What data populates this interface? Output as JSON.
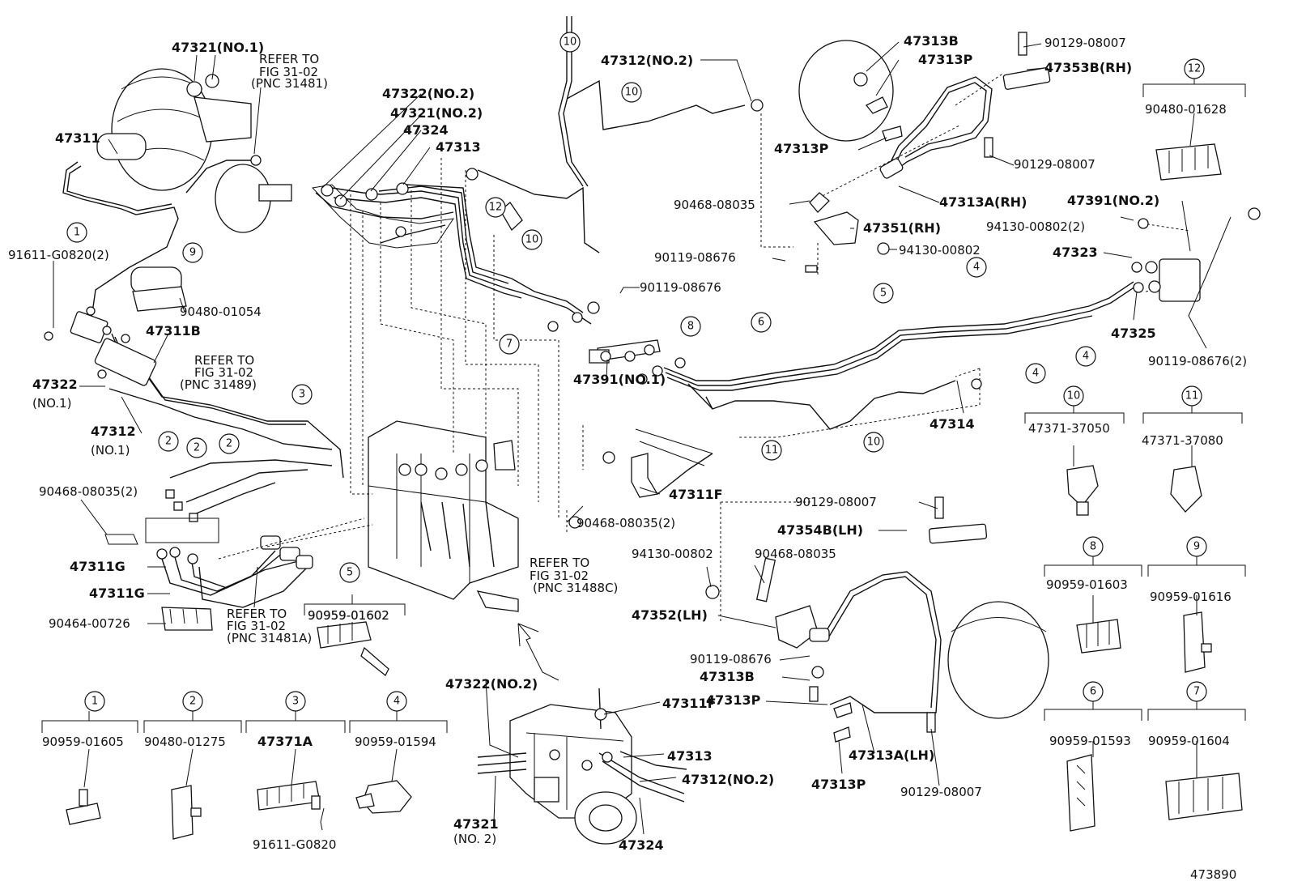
{
  "drawing_number": "473890",
  "part_labels": [
    {
      "id": "p1",
      "text": "47321(NO.1)",
      "bold": true
    },
    {
      "id": "p2",
      "text": "REFER TO"
    },
    {
      "id": "p3",
      "text": "FIG 31-02"
    },
    {
      "id": "p4",
      "text": "(PNC 31481)"
    },
    {
      "id": "p5",
      "text": "47311",
      "bold": true
    },
    {
      "id": "p6",
      "text": "91611-G0820(2)"
    },
    {
      "id": "p7",
      "text": "90480-01054"
    },
    {
      "id": "p8",
      "text": "47311B",
      "bold": true
    },
    {
      "id": "p9",
      "text": "REFER TO"
    },
    {
      "id": "p10",
      "text": "FIG 31-02"
    },
    {
      "id": "p11",
      "text": "(PNC 31489)"
    },
    {
      "id": "p12",
      "text": "47322",
      "bold": true
    },
    {
      "id": "p13",
      "text": "(NO.1)"
    },
    {
      "id": "p14",
      "text": "47312",
      "bold": true
    },
    {
      "id": "p15",
      "text": "(NO.1)"
    },
    {
      "id": "p16",
      "text": "90468-08035(2)"
    },
    {
      "id": "p17",
      "text": "47311G",
      "bold": true
    },
    {
      "id": "p18",
      "text": "47311G",
      "bold": true
    },
    {
      "id": "p19",
      "text": "90464-00726"
    },
    {
      "id": "p20",
      "text": "REFER TO"
    },
    {
      "id": "p21",
      "text": "FIG 31-02"
    },
    {
      "id": "p22",
      "text": "(PNC 31481A)"
    },
    {
      "id": "p23",
      "text": "90959-01602"
    },
    {
      "id": "p24",
      "text": "47322(NO.2)",
      "bold": true
    },
    {
      "id": "p25",
      "text": "47321(NO.2)",
      "bold": true
    },
    {
      "id": "p26",
      "text": "47324",
      "bold": true
    },
    {
      "id": "p27",
      "text": "47313",
      "bold": true
    },
    {
      "id": "p28",
      "text": "47312(NO.2)",
      "bold": true
    },
    {
      "id": "p29",
      "text": "90119-08676"
    },
    {
      "id": "p30",
      "text": "47391(NO.1)",
      "bold": true
    },
    {
      "id": "p31",
      "text": "47311F",
      "bold": true
    },
    {
      "id": "p32",
      "text": "90468-08035(2)"
    },
    {
      "id": "p33",
      "text": "REFER TO"
    },
    {
      "id": "p34",
      "text": "FIG 31-02"
    },
    {
      "id": "p35",
      "text": "(PNC 31488C)"
    },
    {
      "id": "p36",
      "text": "47313B",
      "bold": true
    },
    {
      "id": "p37",
      "text": "47313P",
      "bold": true
    },
    {
      "id": "p38",
      "text": "47313P",
      "bold": true
    },
    {
      "id": "p39",
      "text": "90129-08007"
    },
    {
      "id": "p40",
      "text": "47353B(RH)",
      "bold": true
    },
    {
      "id": "p41",
      "text": "90129-08007"
    },
    {
      "id": "p42",
      "text": "47313A(RH)",
      "bold": true
    },
    {
      "id": "p43",
      "text": "90468-08035"
    },
    {
      "id": "p44",
      "text": "47351(RH)",
      "bold": true
    },
    {
      "id": "p45",
      "text": "94130-00802"
    },
    {
      "id": "p46",
      "text": "90119-08676"
    },
    {
      "id": "p47",
      "text": "47391(NO.2)",
      "bold": true
    },
    {
      "id": "p48",
      "text": "94130-00802(2)"
    },
    {
      "id": "p49",
      "text": "47323",
      "bold": true
    },
    {
      "id": "p50",
      "text": "47325",
      "bold": true
    },
    {
      "id": "p51",
      "text": "90119-08676(2)"
    },
    {
      "id": "p52",
      "text": "47314",
      "bold": true
    },
    {
      "id": "p53",
      "text": "90129-08007"
    },
    {
      "id": "p54",
      "text": "47354B(LH)",
      "bold": true
    },
    {
      "id": "p55",
      "text": "94130-00802"
    },
    {
      "id": "p56",
      "text": "90468-08035"
    },
    {
      "id": "p57",
      "text": "47352(LH)",
      "bold": true
    },
    {
      "id": "p58",
      "text": "90119-08676"
    },
    {
      "id": "p59",
      "text": "47313B",
      "bold": true
    },
    {
      "id": "p60",
      "text": "47313P",
      "bold": true
    },
    {
      "id": "p61",
      "text": "47313P",
      "bold": true
    },
    {
      "id": "p62",
      "text": "47313A(LH)",
      "bold": true
    },
    {
      "id": "p63",
      "text": "90129-08007"
    },
    {
      "id": "p64",
      "text": "47322(NO.2)",
      "bold": true
    },
    {
      "id": "p65",
      "text": "47311F",
      "bold": true
    },
    {
      "id": "p66",
      "text": "47313",
      "bold": true
    },
    {
      "id": "p67",
      "text": "47312(NO.2)",
      "bold": true
    },
    {
      "id": "p68",
      "text": "47321",
      "bold": true
    },
    {
      "id": "p69",
      "text": "(NO. 2)"
    },
    {
      "id": "p70",
      "text": "47324",
      "bold": true
    }
  ],
  "clamp_legend": [
    {
      "key": "1",
      "part": "90959-01605"
    },
    {
      "key": "2",
      "part": "90480-01275"
    },
    {
      "key": "3",
      "part": "47371A",
      "extra": "91611-G0820"
    },
    {
      "key": "4",
      "part": "90959-01594"
    },
    {
      "key": "5",
      "part": "90959-01602"
    },
    {
      "key": "6",
      "part": "90959-01593"
    },
    {
      "key": "7",
      "part": "90959-01604"
    },
    {
      "key": "8",
      "part": "90959-01603"
    },
    {
      "key": "9",
      "part": "90959-01616"
    },
    {
      "key": "10",
      "part": "47371-37050"
    },
    {
      "key": "11",
      "part": "47371-37080"
    },
    {
      "key": "12",
      "part": "90480-01628"
    }
  ],
  "clamp_callouts": [
    "1",
    "9",
    "2",
    "2",
    "2",
    "3",
    "12",
    "7",
    "10",
    "10",
    "10",
    "8",
    "6",
    "5",
    "4",
    "4",
    "4",
    "11",
    "10"
  ]
}
